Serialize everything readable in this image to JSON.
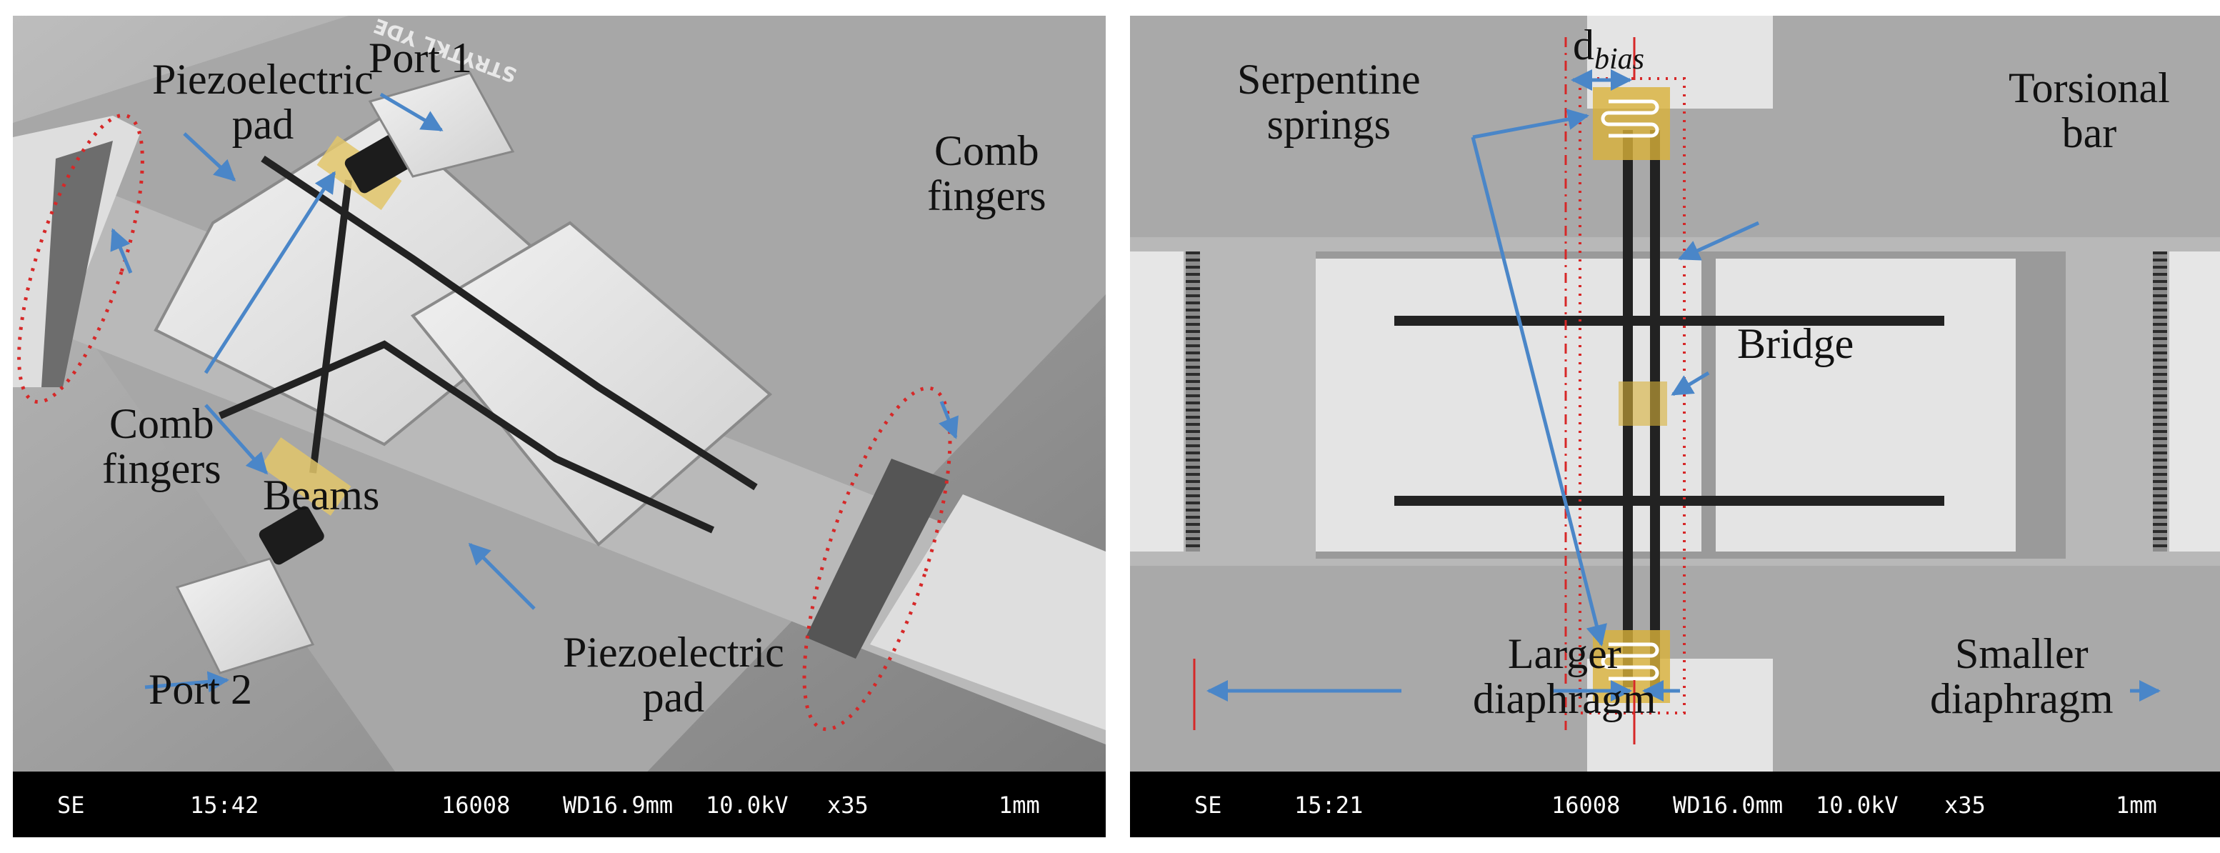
{
  "left_panel": {
    "labels": {
      "port1": "Port 1",
      "port2": "Port 2",
      "piezo_top_line1": "Piezoelectric",
      "piezo_top_line2": "pad",
      "piezo_bottom_line1": "Piezoelectric",
      "piezo_bottom_line2": "pad",
      "comb_left_line1": "Comb",
      "comb_left_line2": "fingers",
      "comb_right_line1": "Comb",
      "comb_right_line2": "fingers",
      "beams": "Beams"
    },
    "stamp": "STRYTKL YDE",
    "status": {
      "mode": "SE",
      "time": "15:42",
      "id": "16008",
      "wd": "WD16.9mm",
      "kv": "10.0kV",
      "mag": "x35",
      "scale": "1mm"
    }
  },
  "right_panel": {
    "labels": {
      "d_bias_main": "d",
      "d_bias_sub": "bias",
      "serpentine_line1": "Serpentine",
      "serpentine_line2": "springs",
      "torsional_line1": "Torsional",
      "torsional_line2": "bar",
      "bridge": "Bridge",
      "larger_line1": "Larger",
      "larger_line2": "diaphragm",
      "smaller_line1": "Smaller",
      "smaller_line2": "diaphragm"
    },
    "status": {
      "mode": "SE",
      "time": "15:21",
      "id": "16008",
      "wd": "WD16.0mm",
      "kv": "10.0kV",
      "mag": "x35",
      "scale": "1mm"
    }
  },
  "colors": {
    "arrow": "#4a86c8",
    "dotted_outline": "#d62828",
    "highlight": "#e8b830",
    "background": "#9c9c9c",
    "pad": "#e6e6e6"
  }
}
